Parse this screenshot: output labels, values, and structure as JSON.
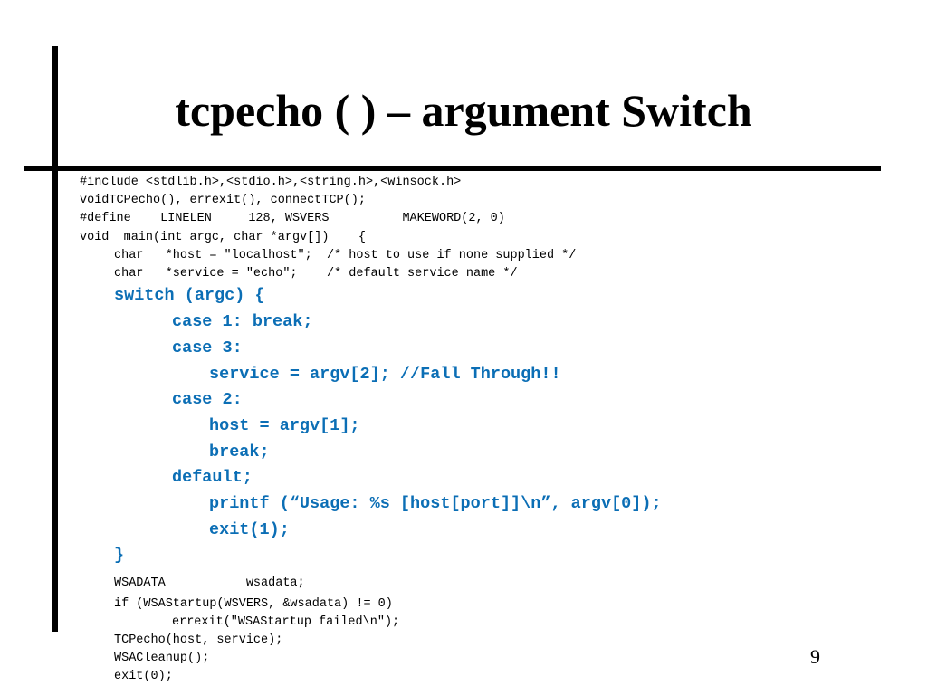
{
  "slide": {
    "title": "tcpecho ( ) – argument Switch",
    "page_number": "9",
    "accent_color": "#0B6EB5",
    "code_lines": [
      {
        "text": "#include <stdlib.h>,<stdio.h>,<string.h>,<winsock.h>",
        "style": "small"
      },
      {
        "text": "voidTCPecho(), errexit(), connectTCP();",
        "style": "small"
      },
      {
        "text": "#define    LINELEN     128, WSVERS          MAKEWORD(2, 0)",
        "style": "small"
      },
      {
        "text": "void  main(int argc, char *argv[])    {",
        "style": "small"
      },
      {
        "text": "char   *host = \"localhost\";  /* host to use if none supplied */",
        "style": "small"
      },
      {
        "text": "char   *service = \"echo\";    /* default service name */",
        "style": "small"
      },
      {
        "text": "switch (argc) {",
        "style": "blue"
      },
      {
        "text": "case 1: break;",
        "style": "blue"
      },
      {
        "text": "case 3:",
        "style": "blue"
      },
      {
        "text": "service = argv[2]; //Fall Through!!",
        "style": "blue"
      },
      {
        "text": "case 2:",
        "style": "blue"
      },
      {
        "text": "host = argv[1];",
        "style": "blue"
      },
      {
        "text": "break;",
        "style": "blue"
      },
      {
        "text": "default;",
        "style": "blue"
      },
      {
        "text": "printf (“Usage: %s [host[port]]\\n”, argv[0]);",
        "style": "blue"
      },
      {
        "text": "exit(1);",
        "style": "blue"
      },
      {
        "text": "}",
        "style": "blue"
      },
      {
        "text": "WSADATA           wsadata;",
        "style": "small"
      },
      {
        "text": "if (WSAStartup(WSVERS, &wsadata) != 0)",
        "style": "small"
      },
      {
        "text": "errexit(\"WSAStartup failed\\n\");",
        "style": "small"
      },
      {
        "text": "TCPecho(host, service);",
        "style": "small"
      },
      {
        "text": "WSACleanup();",
        "style": "small"
      },
      {
        "text": "exit(0);",
        "style": "small"
      }
    ]
  }
}
